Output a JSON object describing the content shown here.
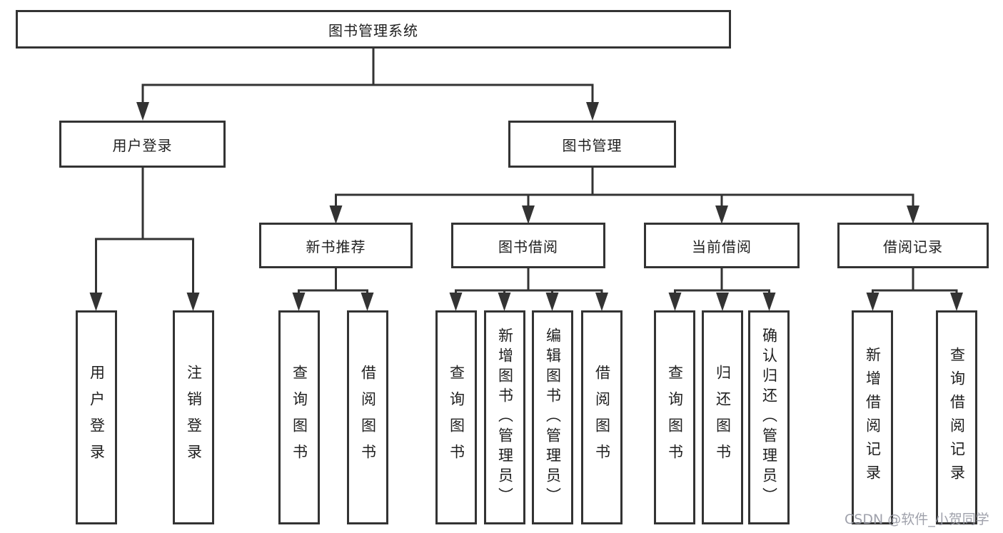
{
  "diagram": {
    "root": {
      "label": "图书管理系统"
    },
    "level2": [
      {
        "id": "user-login",
        "label": "用户登录"
      },
      {
        "id": "book-mgmt",
        "label": "图书管理"
      }
    ],
    "level3": [
      {
        "id": "new-book",
        "label": "新书推荐",
        "parent": "图书管理"
      },
      {
        "id": "book-borrow",
        "label": "图书借阅",
        "parent": "图书管理"
      },
      {
        "id": "current-borrow",
        "label": "当前借阅",
        "parent": "图书管理"
      },
      {
        "id": "borrow-records",
        "label": "借阅记录",
        "parent": "图书管理"
      }
    ],
    "leaves": [
      {
        "label": "用户登录",
        "parent": "用户登录"
      },
      {
        "label": "注销登录",
        "parent": "用户登录"
      },
      {
        "label": "查询图书",
        "parent": "新书推荐"
      },
      {
        "label": "借阅图书",
        "parent": "新书推荐"
      },
      {
        "label": "查询图书",
        "parent": "图书借阅"
      },
      {
        "label": "新增图书（管理员）",
        "parent": "图书借阅"
      },
      {
        "label": "编辑图书（管理员）",
        "parent": "图书借阅"
      },
      {
        "label": "借阅图书",
        "parent": "图书借阅"
      },
      {
        "label": "查询图书",
        "parent": "当前借阅"
      },
      {
        "label": "归还图书",
        "parent": "当前借阅"
      },
      {
        "label": "确认归还（管理员）",
        "parent": "当前借阅"
      },
      {
        "label": "新增借阅记录",
        "parent": "借阅记录"
      },
      {
        "label": "查询借阅记录",
        "parent": "借阅记录"
      }
    ]
  },
  "watermark": {
    "text": "CSDN @软件_小贺同学"
  },
  "colors": {
    "line": "#333333",
    "box_border": "#333333",
    "text": "#1f1f1f",
    "watermark": "#9a9ca6",
    "background": "#ffffff"
  }
}
